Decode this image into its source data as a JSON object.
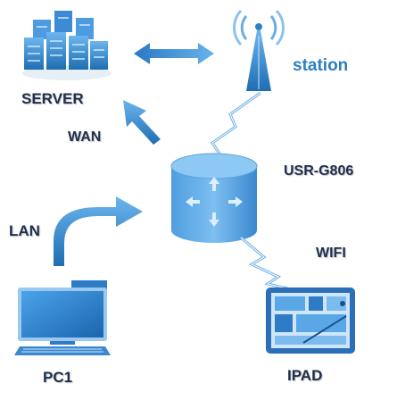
{
  "labels": {
    "server": "SERVER",
    "wan": "WAN",
    "station": "station",
    "router": "USR-G806",
    "lan": "LAN",
    "wifi": "WIFI",
    "pc": "PC1",
    "ipad": "IPAD"
  },
  "colors": {
    "icon_blue": "#3a8fd8",
    "icon_dark": "#1f6db3",
    "label_dark": "#1e2f4d",
    "label_blue": "#2d7fc0"
  },
  "icons": [
    "server-icon",
    "tower-icon",
    "router-icon",
    "pc-icon",
    "ipad-icon",
    "lightning-link-icon"
  ]
}
